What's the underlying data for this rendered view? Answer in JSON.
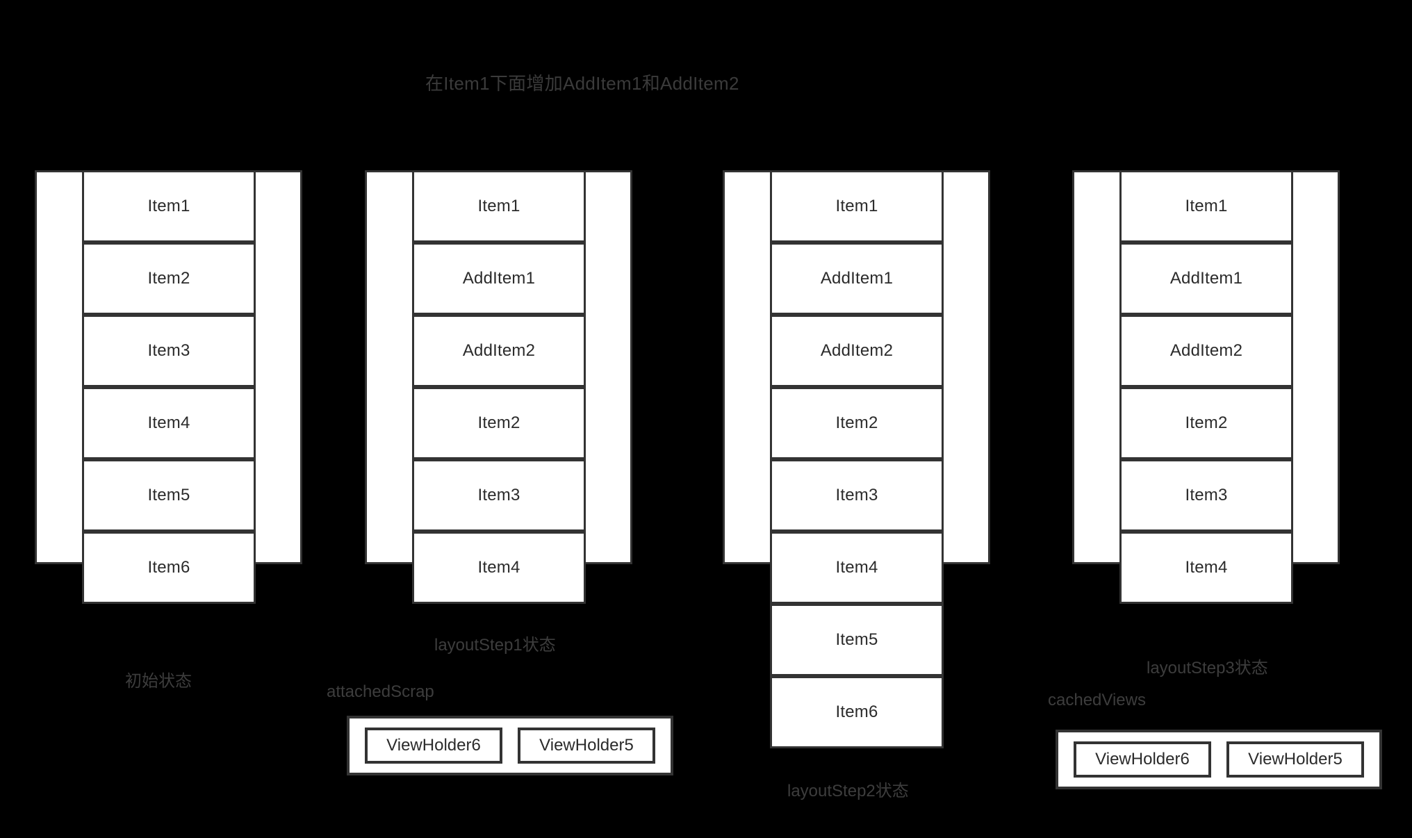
{
  "diagram": {
    "title": "在Item1下面增加AddItem1和AddItem2",
    "background_color": "#000000",
    "panel_color": "#ffffff",
    "border_color": "#333333",
    "text_color": "#2b2b2b",
    "caption_color": "#3d3d3d"
  },
  "columns": [
    {
      "id": "initial",
      "caption": "初始状态",
      "items": [
        "Item1",
        "Item2",
        "Item3",
        "Item4",
        "Item5",
        "Item6"
      ]
    },
    {
      "id": "layout-step-1",
      "caption": "layoutStep1状态",
      "items": [
        "Item1",
        "AddItem1",
        "AddItem2",
        "Item2",
        "Item3",
        "Item4"
      ]
    },
    {
      "id": "layout-step-2",
      "caption": "layoutStep2状态",
      "items": [
        "Item1",
        "AddItem1",
        "AddItem2",
        "Item2",
        "Item3",
        "Item4",
        "Item5",
        "Item6"
      ]
    },
    {
      "id": "layout-step-3",
      "caption": "layoutStep3状态",
      "items": [
        "Item1",
        "AddItem1",
        "AddItem2",
        "Item2",
        "Item3",
        "Item4"
      ]
    }
  ],
  "caches": [
    {
      "id": "attached-scrap",
      "label": "attachedScrap",
      "holders": [
        "ViewHolder6",
        "ViewHolder5"
      ]
    },
    {
      "id": "cached-views",
      "label": "cachedViews",
      "holders": [
        "ViewHolder6",
        "ViewHolder5"
      ]
    }
  ]
}
